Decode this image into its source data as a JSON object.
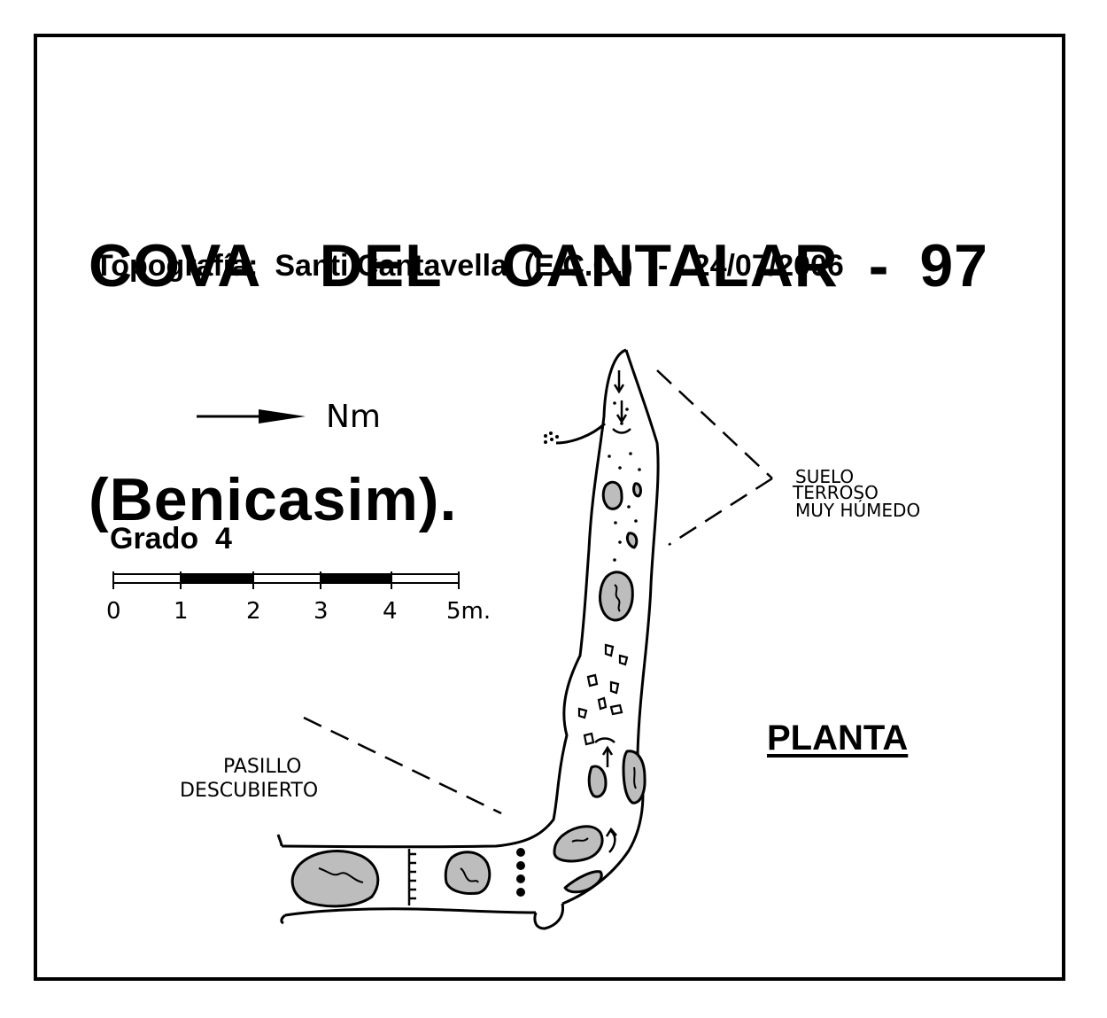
{
  "title": {
    "line1": "COVA  DEL  CANTALAR - 97",
    "line2": "(Benicasim)."
  },
  "credits": "Topografía:  Santi Cantavella  (E.C.C.)   -   24/07/2006",
  "north": {
    "label": "Nm",
    "icon": "north-arrow-icon"
  },
  "scale": {
    "grade": "Grado  4",
    "ticks": [
      "0",
      "1",
      "2",
      "3",
      "4",
      "5m."
    ]
  },
  "annotations": {
    "suelo": [
      "SUELO",
      "TERROSO",
      "MUY HÚMEDO"
    ],
    "pasillo": [
      "PASILLO",
      "DESCUBIERTO"
    ]
  },
  "view_label": "PLANTA",
  "colors": {
    "ink": "#000000",
    "rock": "#bdbdbd",
    "paper": "#ffffff"
  }
}
